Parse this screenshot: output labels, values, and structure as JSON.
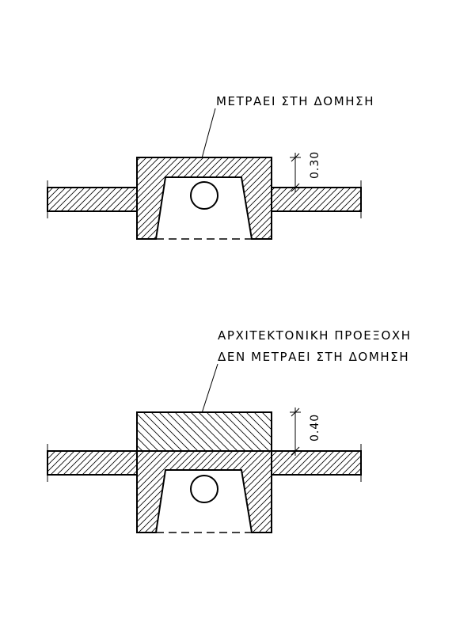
{
  "top_detail": {
    "label": "ΜΕΤΡΑΕΙ ΣΤΗ ΔΟΜΗΣΗ",
    "dimension": "0.30"
  },
  "bottom_detail": {
    "label_line1": "ΑΡΧΙΤΕΚΤΟΝΙΚΗ ΠΡΟΕΞΟΧΗ",
    "label_line2": "ΔΕΝ ΜΕΤΡΑΕΙ ΣΤΗ ΔΟΜΗΣΗ",
    "dimension": "0.40"
  }
}
